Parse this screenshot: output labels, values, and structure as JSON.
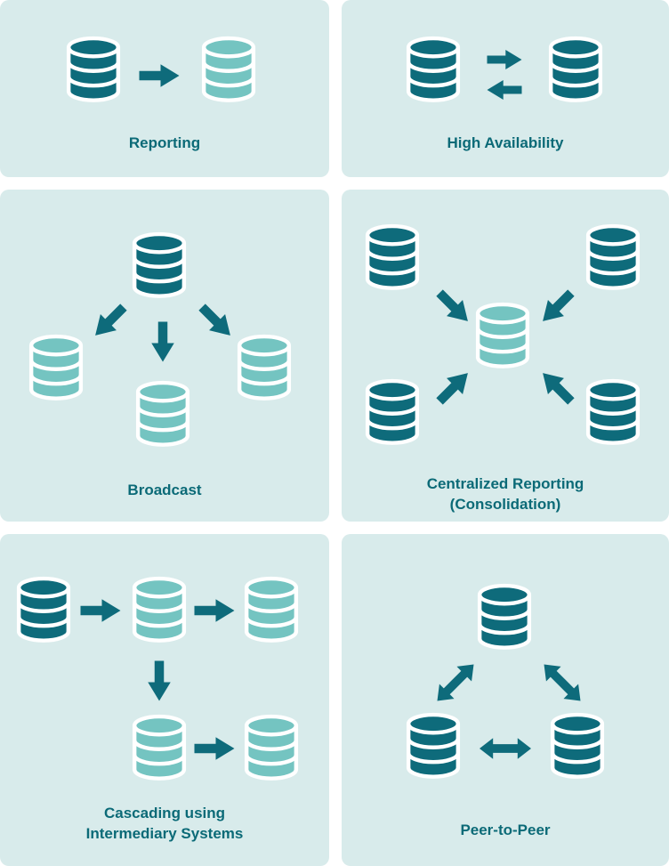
{
  "colors": {
    "page_bg": "#ffffff",
    "panel_bg": "#d8ebeb",
    "db_dark": "#0e6b7b",
    "db_light": "#74c4c1",
    "arrow": "#0e6b7b",
    "label_text": "#0b6a77"
  },
  "panels": {
    "reporting": {
      "label": "Reporting"
    },
    "high_availability": {
      "label": "High Availability"
    },
    "broadcast": {
      "label": "Broadcast"
    },
    "centralized_reporting": {
      "label": "Centralized Reporting\n(Consolidation)"
    },
    "cascading": {
      "label": "Cascading using\nIntermediary Systems"
    },
    "peer_to_peer": {
      "label": "Peer-to-Peer"
    }
  }
}
